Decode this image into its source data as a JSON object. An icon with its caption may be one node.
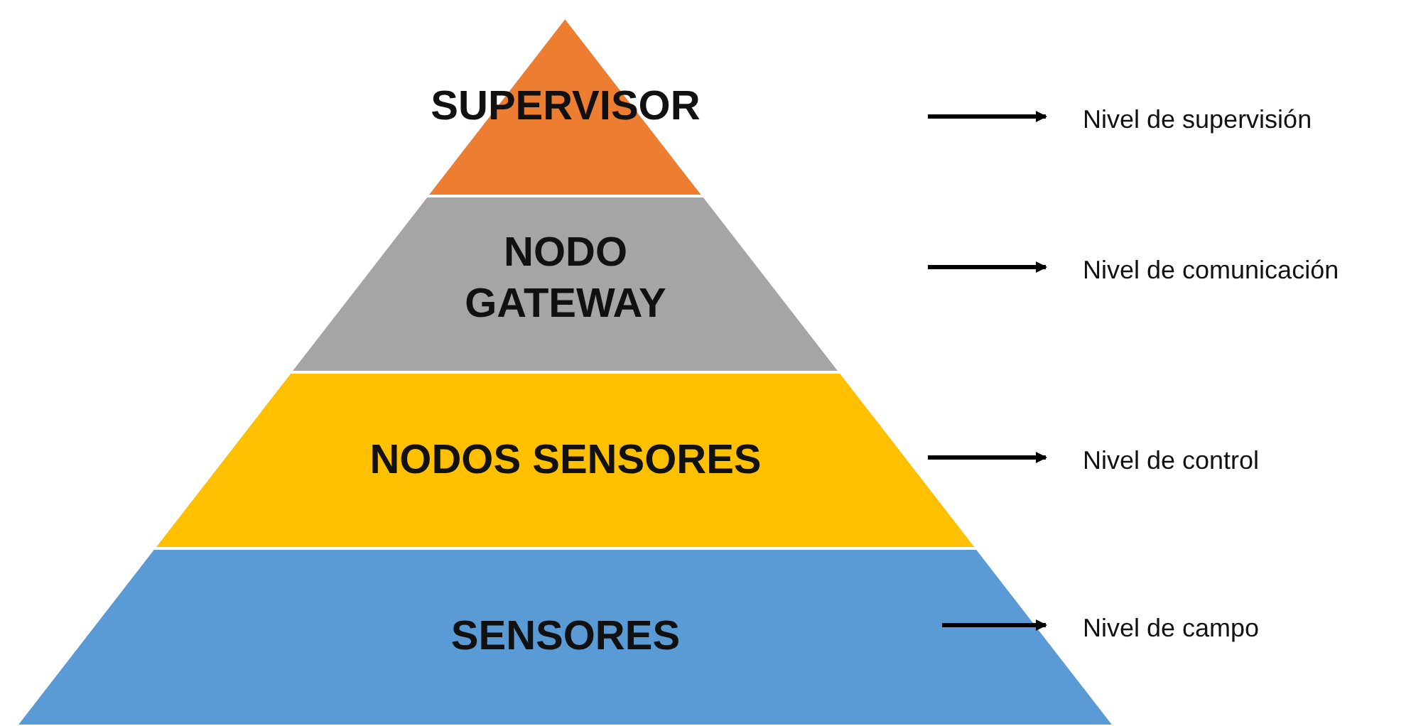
{
  "diagram": {
    "nodes": [
      {
        "text": [
          "SUPERVISOR"
        ]
      },
      {
        "text": [
          "NODO GATEWAY"
        ]
      },
      {
        "text": [
          "NODOS SENSORES"
        ]
      },
      {
        "text": [
          "SENSORES"
        ]
      },
      {
        "text": [
          "Nivel de supervisión"
        ]
      },
      {
        "text": [
          "Nivel de comunicación"
        ]
      },
      {
        "text": [
          "Nivel de control"
        ]
      },
      {
        "text": [
          "Nivel de campo"
        ]
      }
    ],
    "edges": [
      {
        "from": null,
        "to": 4,
        "arrow": "to"
      },
      {
        "from": null,
        "to": 5,
        "arrow": "to"
      },
      {
        "from": 2,
        "to": 6,
        "arrow": "to"
      },
      {
        "from": 3,
        "to": 7,
        "arrow": "to"
      }
    ]
  }
}
